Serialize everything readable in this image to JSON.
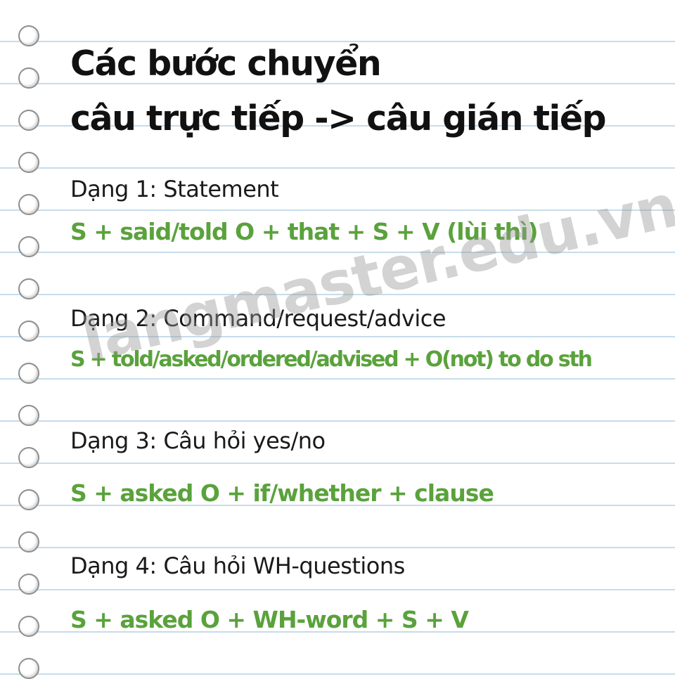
{
  "title": {
    "line1": "Các bước chuyển",
    "line2": "câu trực tiếp -> câu gián tiếp"
  },
  "sections": [
    {
      "label": "Dạng 1: Statement",
      "formula": "S + said/told O + that + S + V (lùi thì)"
    },
    {
      "label": "Dạng 2: Command/request/advice",
      "formula": "S + told/asked/ordered/advised + O(not) to do sth"
    },
    {
      "label": "Dạng 3: Câu hỏi yes/no",
      "formula": "S + asked O + if/whether + clause"
    },
    {
      "label": "Dạng 4: Câu hỏi WH-questions",
      "formula": "S + asked O + WH-word + S + V"
    }
  ],
  "watermark": "langmaster.edu.vn",
  "colors": {
    "formula": "#5aa23c",
    "text": "#111111",
    "rule_line": "#c6dcec",
    "watermark": "#969696"
  }
}
